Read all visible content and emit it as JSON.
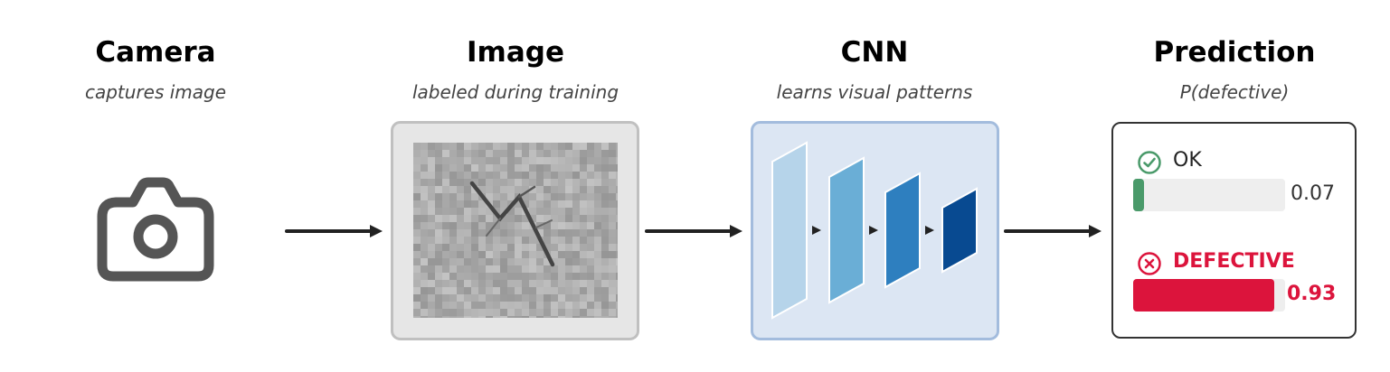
{
  "stages": [
    {
      "title": "Camera",
      "subtitle": "captures image"
    },
    {
      "title": "Image",
      "subtitle": "labeled during training"
    },
    {
      "title": "CNN",
      "subtitle": "learns visual patterns"
    },
    {
      "title": "Prediction",
      "subtitle": "P(defective)"
    }
  ],
  "icons": {
    "camera": "camera-icon",
    "ok": "check-circle-icon",
    "defective": "x-circle-icon"
  },
  "colors": {
    "ok": "#4a9a6a",
    "defective": "#dc143c",
    "cnn_layers": [
      "#b6d4ea",
      "#6aaed6",
      "#2e7fbf",
      "#084a91"
    ],
    "cnn_panel": "#dce6f3",
    "image_panel": "#e6e6e6"
  },
  "prediction": {
    "ok": {
      "label": "OK",
      "value": "0.07",
      "fraction": 0.07
    },
    "defective": {
      "label": "DEFECTIVE",
      "value": "0.93",
      "fraction": 0.93
    }
  }
}
